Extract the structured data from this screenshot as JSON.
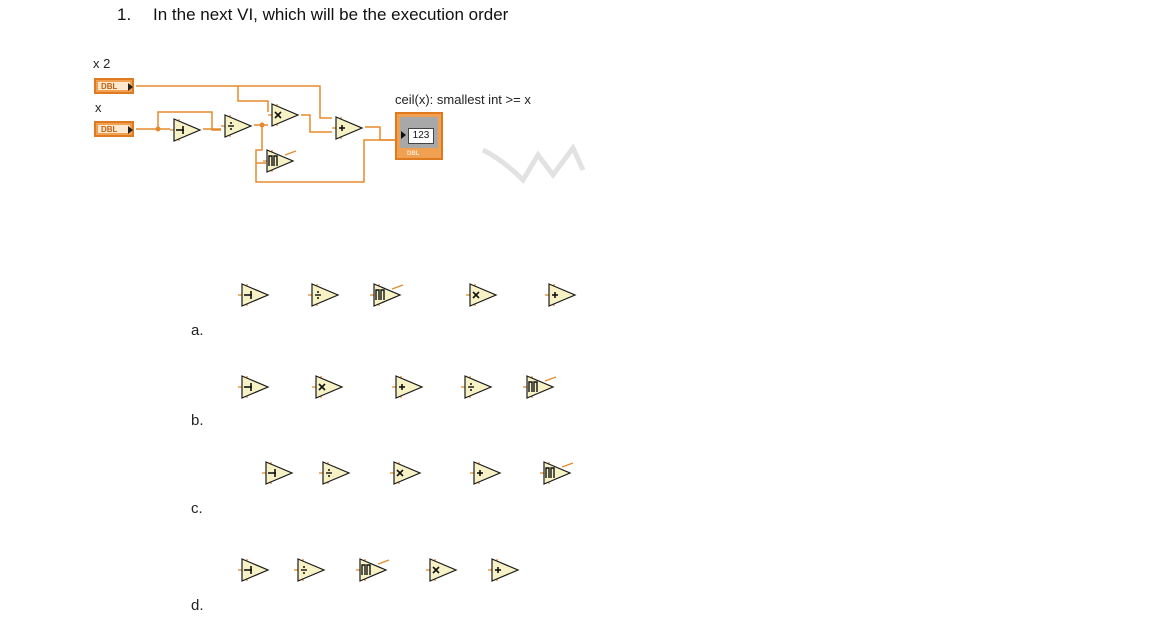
{
  "question": {
    "number": "1.",
    "text": "In the next VI, which will be the execution order"
  },
  "diagram": {
    "control_x2_label": "x 2",
    "control_x_label": "x",
    "terminal_type": "DBL",
    "indicator_label": "ceil(x): smallest int >= x",
    "indicator_value": "123",
    "indicator_type": "DBL",
    "wire_color": "#e58a2c"
  },
  "options": [
    {
      "letter": "a.",
      "sequence": [
        "decrement",
        "divide",
        "ceiling",
        "multiply",
        "add"
      ]
    },
    {
      "letter": "b.",
      "sequence": [
        "decrement",
        "multiply",
        "add",
        "divide",
        "ceiling"
      ]
    },
    {
      "letter": "c.",
      "sequence": [
        "decrement",
        "divide",
        "multiply",
        "add",
        "ceiling"
      ]
    },
    {
      "letter": "d.",
      "sequence": [
        "decrement",
        "divide",
        "ceiling",
        "multiply",
        "add"
      ]
    }
  ]
}
